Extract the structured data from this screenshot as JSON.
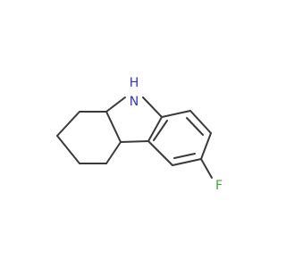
{
  "molecule": {
    "atoms": [
      {
        "id": "a1",
        "element": "C"
      },
      {
        "id": "a2",
        "element": "C"
      },
      {
        "id": "a3",
        "element": "C"
      },
      {
        "id": "a4",
        "element": "C"
      },
      {
        "id": "a5",
        "element": "C"
      },
      {
        "id": "a6",
        "element": "C"
      },
      {
        "id": "n9",
        "element": "N",
        "label": "N",
        "h_label": "H"
      },
      {
        "id": "a7",
        "element": "C"
      },
      {
        "id": "a8",
        "element": "C"
      },
      {
        "id": "a9",
        "element": "C"
      },
      {
        "id": "a10",
        "element": "C"
      },
      {
        "id": "a11",
        "element": "C"
      },
      {
        "id": "a12",
        "element": "C"
      },
      {
        "id": "f",
        "element": "F",
        "label": "F"
      }
    ],
    "colors": {
      "bond": "#3a3a3a",
      "nitrogen": "#3333cc",
      "fluorine": "#33aa33"
    }
  }
}
